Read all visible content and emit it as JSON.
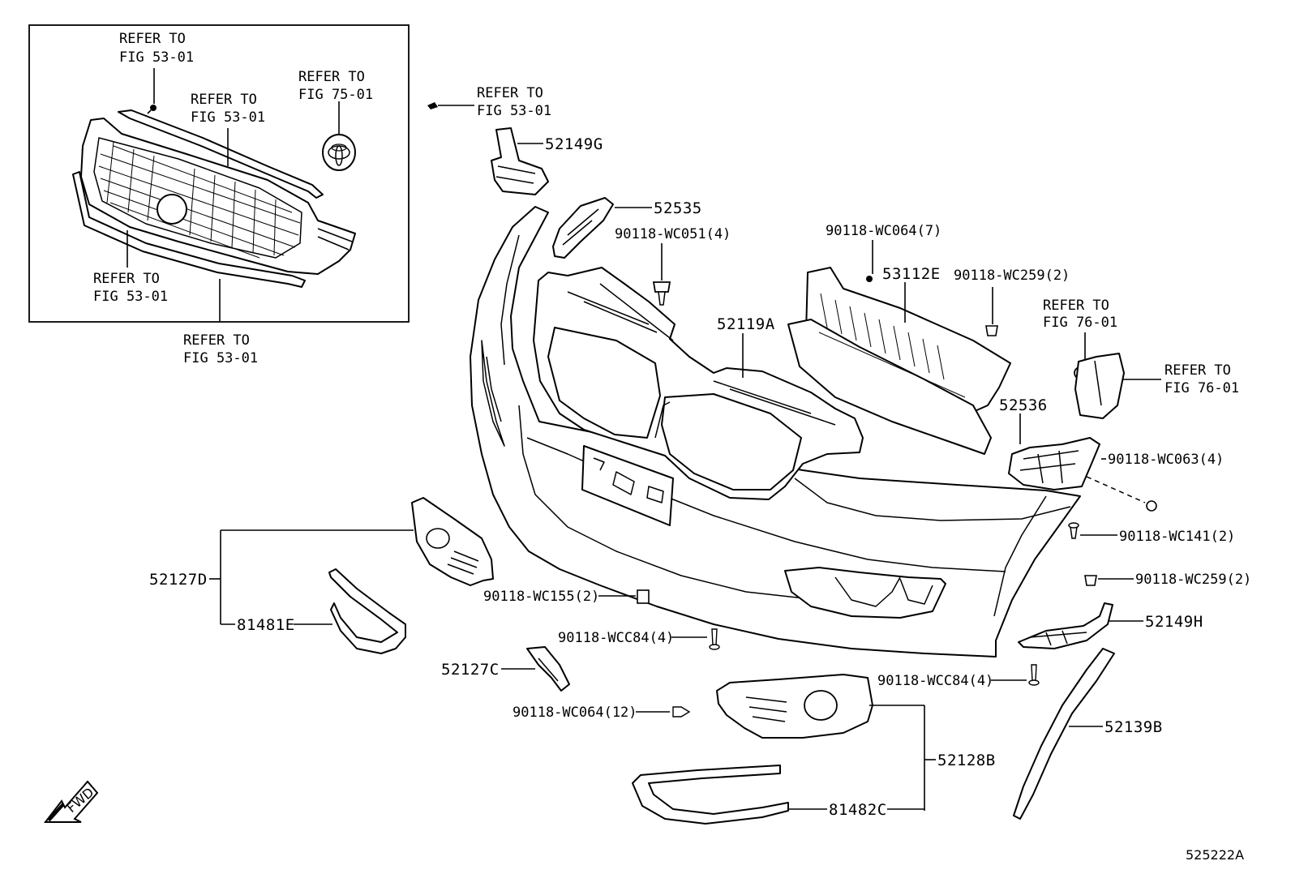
{
  "refs": {
    "grille_clip": [
      "REFER TO",
      "FIG 53-01"
    ],
    "grille_upper": [
      "REFER TO",
      "FIG 53-01"
    ],
    "emblem": [
      "REFER TO",
      "FIG 75-01"
    ],
    "grille_lower": [
      "REFER TO",
      "FIG 53-01"
    ],
    "grille_box": [
      "REFER TO",
      "FIG 53-01"
    ],
    "top_clip": [
      "REFER TO",
      "FIG 53-01"
    ],
    "mudguard_clip": [
      "REFER TO",
      "FIG 76-01"
    ],
    "mudguard": [
      "REFER TO",
      "FIG 76-01"
    ]
  },
  "parts": {
    "p52149G": "52149G",
    "p52535": "52535",
    "p90118WC051": "90118-WC051(4)",
    "p90118WC064_7": "90118-WC064(7)",
    "p53112E": "53112E",
    "p90118WC259_top": "90118-WC259(2)",
    "p52119A": "52119A",
    "p52536": "52536",
    "p90118WC063": "90118-WC063(4)",
    "p90118WC141": "90118-WC141(2)",
    "p90118WC259_r": "90118-WC259(2)",
    "p52149H": "52149H",
    "p52127D": "52127D",
    "p81481E": "81481E",
    "p90118WC155": "90118-WC155(2)",
    "p90118WCC84_l": "90118-WCC84(4)",
    "p52127C": "52127C",
    "p90118WCC84_r": "90118-WCC84(4)",
    "p90118WC064_12": "90118-WC064(12)",
    "p52128B": "52128B",
    "p52139B": "52139B",
    "p81482C": "81482C"
  },
  "fwd_label": "FWD",
  "diagram_id": "525222A"
}
